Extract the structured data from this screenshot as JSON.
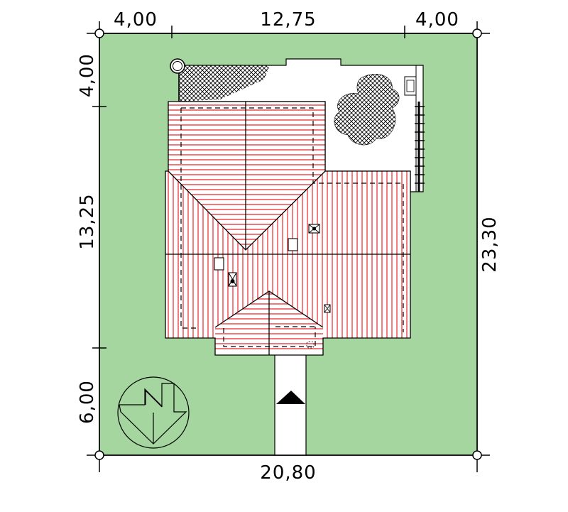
{
  "dimensions": {
    "top_left": "4,00",
    "top_middle": "12,75",
    "top_right": "4,00",
    "bottom": "20,80",
    "left_top": "4,00",
    "left_middle": "13,25",
    "left_bottom": "6,00",
    "right": "23,30"
  },
  "colors": {
    "plot": "#a5d6a0",
    "roof_lines": "#e8262a",
    "paving": "#ffffff",
    "outline": "#000000"
  },
  "icons": {
    "compass": "north-arrow-icon",
    "entrance": "entrance-triangle-icon",
    "tree": "tree-icon"
  }
}
